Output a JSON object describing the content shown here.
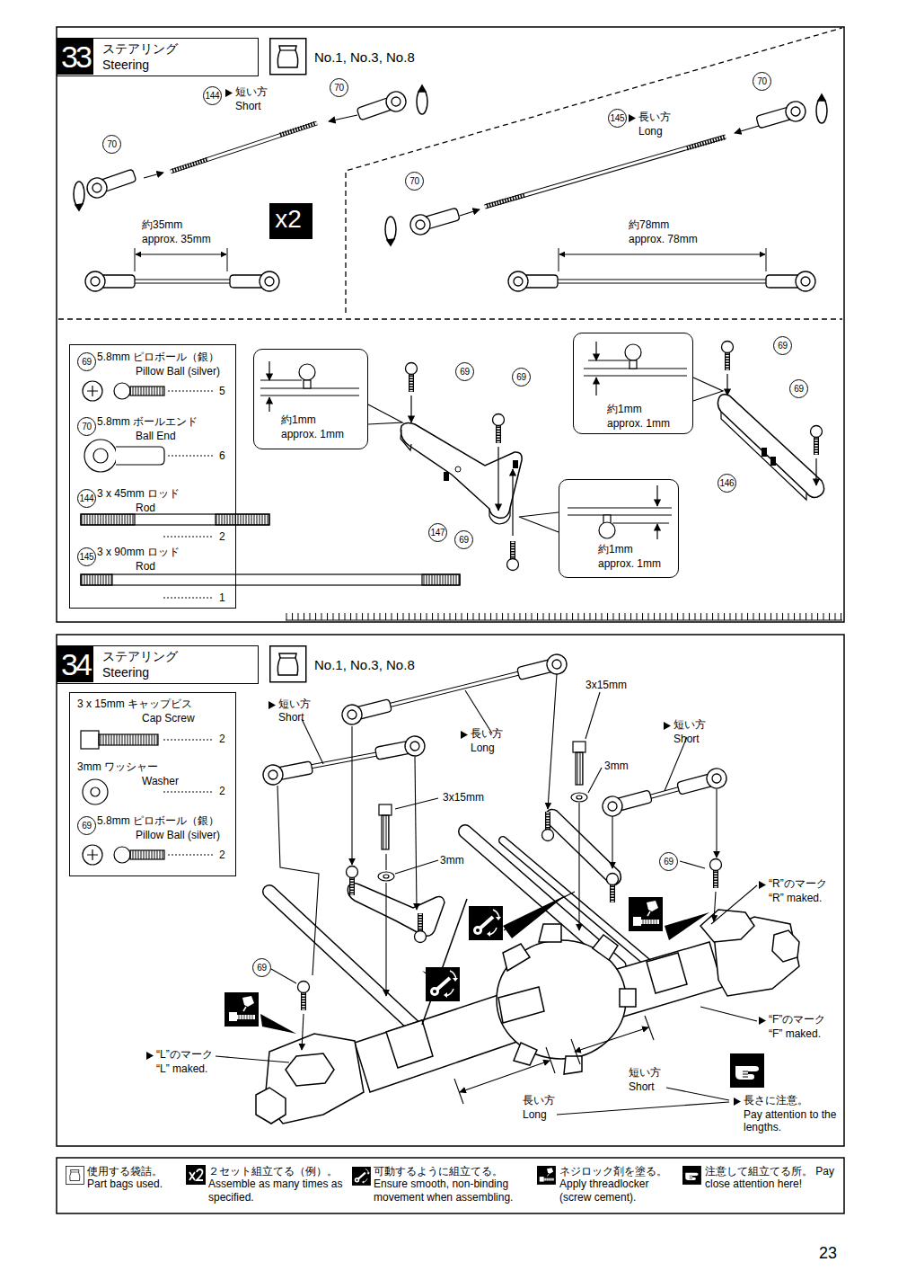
{
  "diagram": {
    "nodes": [
      {
        "text": [
          "33",
          "ステアリング",
          "Steering"
        ]
      },
      {
        "text": [
          "No.1, No.3, No.8"
        ]
      },
      {
        "text": [
          "x2"
        ]
      },
      {
        "text": [
          "69",
          "5.8mm ピロボール（銀）",
          "Pillow Ball (silver)",
          "5",
          "70",
          "5.8mm ボールエンド",
          "Ball End",
          "6",
          "144",
          "3 x 45mm ロッド",
          "Rod",
          "2",
          "145",
          "3 x 90mm ロッド",
          "Rod",
          "1"
        ]
      },
      {
        "text": [
          "約1mm",
          "approx. 1mm"
        ]
      },
      {
        "text": [
          "約1mm",
          "approx. 1mm"
        ]
      },
      {
        "text": [
          "約1mm",
          "approx. 1mm"
        ]
      },
      {
        "text": [
          "34",
          "ステアリング",
          "Steering"
        ]
      },
      {
        "text": [
          "No.1, No.3, No.8"
        ]
      },
      {
        "text": [
          "3 x 15mm キャップビス",
          "Cap Screw",
          "2",
          "3mm ワッシャー",
          "Washer",
          "2",
          "69",
          "5.8mm ピロボール（銀）",
          "Pillow Ball (silver)",
          "2"
        ]
      }
    ],
    "labels": [
      "144",
      "短い方",
      "Short",
      "70",
      "70",
      "約35mm",
      "approx. 35mm",
      "145",
      "長い方",
      "Long",
      "70",
      "70",
      "約78mm",
      "approx. 78mm",
      "69",
      "69",
      "147",
      "69",
      "69",
      "69",
      "146",
      "短い方",
      "Short",
      "長い方",
      "Long",
      "3x15mm",
      "短い方",
      "Short",
      "3mm",
      "3x15mm",
      "3mm",
      "69",
      "“R”のマーク",
      "“R” maked.",
      "69",
      "“F”のマーク",
      "“F” maked.",
      "“L”のマーク",
      "“L” maked.",
      "短い方",
      "Short",
      "長い方",
      "Long",
      "長さに注意。",
      "Pay attention to the lengths.",
      "23"
    ],
    "legend": [
      {
        "text": "使用する袋詰。 Part bags used."
      },
      {
        "text": "２セット組立てる（例）。 Assemble as many times as specified."
      },
      {
        "text": "可動するように組立てる。 Ensure smooth, non-binding movement when assembling."
      },
      {
        "text": "ネジロック剤を塗る。 Apply threadlocker (screw cement)."
      },
      {
        "text": "注意して組立てる所。 Pay close attention here!"
      }
    ]
  }
}
